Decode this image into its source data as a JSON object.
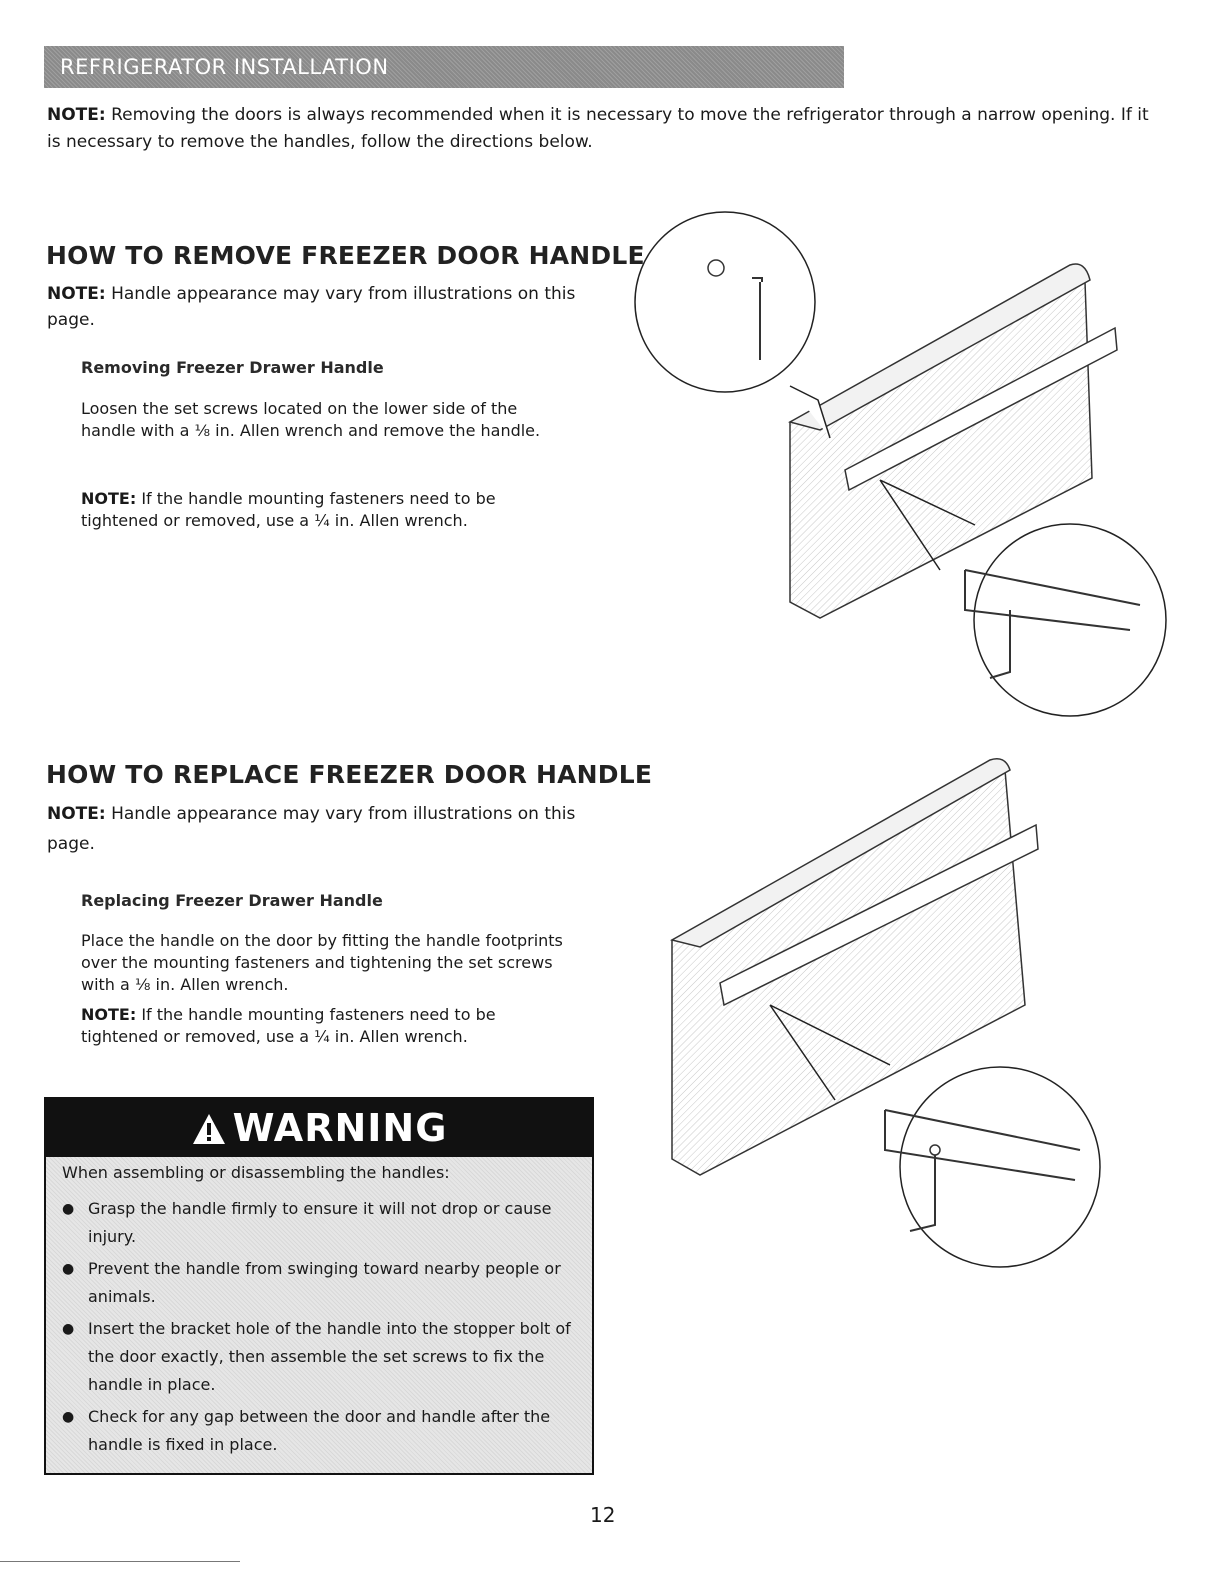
{
  "banner": "REFRIGERATOR INSTALLATION",
  "intro": {
    "label": "NOTE:",
    "text": " Removing the doors is always recommended when it is necessary to move the refrigerator through a narrow opening. If it is necessary to remove the handles, follow the directions below."
  },
  "remove": {
    "heading": "HOW TO REMOVE FREEZER DOOR HANDLE",
    "note_label": "NOTE:",
    "note_text": " Handle appearance may vary from illustrations on this page.",
    "sub": "Removing Freezer Drawer Handle",
    "step_text": "Loosen the set screws located on the lower side of the handle with a ⅛ in. Allen wrench and remove the handle.",
    "note2_label": "NOTE:",
    "note2_text": " If the handle mounting fasteners need to be tightened or removed, use a ¼ in. Allen wrench."
  },
  "replace": {
    "heading": "HOW TO REPLACE FREEZER DOOR HANDLE",
    "note_label": "NOTE:",
    "note_text": " Handle appearance may vary from illustrations on this page.",
    "sub": "Replacing Freezer Drawer Handle",
    "step_text": "Place the handle on the door by fitting the handle footprints over the mounting fasteners and tightening the set screws with a ⅛ in. Allen wrench.",
    "note2_label": "NOTE:",
    "note2_text": " If the handle mounting fasteners need to be tightened or removed, use a ¼ in. Allen wrench."
  },
  "warning": {
    "title": "WARNING",
    "lead": "When assembling or disassembling the handles:",
    "items": [
      "Grasp the handle firmly to ensure it will not drop or cause injury.",
      "Prevent the handle from swinging toward nearby people or animals.",
      "Insert the bracket hole of the handle into the stopper bolt of the door exactly, then assemble the set screws to fix the handle in place.",
      "Check for any gap between the door and handle after the handle is fixed in place."
    ]
  },
  "page_number": "12",
  "icons": {
    "warning": "warning-triangle-icon"
  }
}
